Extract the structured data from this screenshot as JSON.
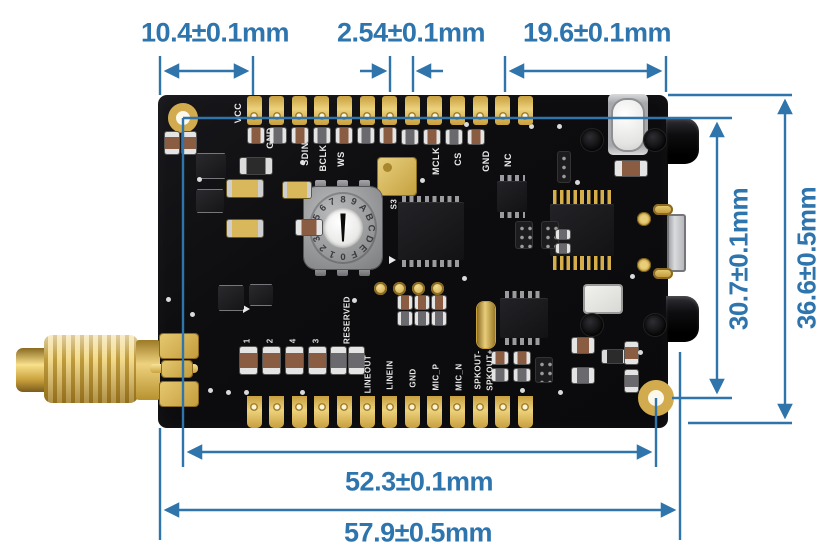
{
  "diagram": {
    "accent_color": "#2e74ad",
    "dimensions": {
      "top": [
        "10.4±0.1mm",
        "2.54±0.1mm",
        "19.6±0.1mm"
      ],
      "right_inner": "30.7±0.1mm",
      "right_outer": "36.6±0.5mm",
      "bottom_inner": "52.3±0.1mm",
      "bottom_outer": "57.9±0.5mm"
    }
  },
  "pcb": {
    "silkscreen_top": [
      "VCC",
      "GND",
      "SDIN",
      "BCLK",
      "WS",
      "MCLK",
      "CS",
      "GND",
      "NC"
    ],
    "silkscreen_bottom": [
      "RESERVED",
      "LINEOUT",
      "LINEIN",
      "GND",
      "MIC_P",
      "MIC_N",
      "SPKOUT-",
      "SPKOUT+"
    ],
    "component_refs": [
      "1",
      "2",
      "4",
      "3"
    ],
    "crystal_ref": "S3",
    "rotary_switch_digits": "0123456789ABCDEF",
    "top_pin_count": 13,
    "bottom_pin_count": 13,
    "colors": {
      "board": "#0e0e10",
      "gold": "#d7b156",
      "silkscreen": "#e9e9e9"
    }
  }
}
